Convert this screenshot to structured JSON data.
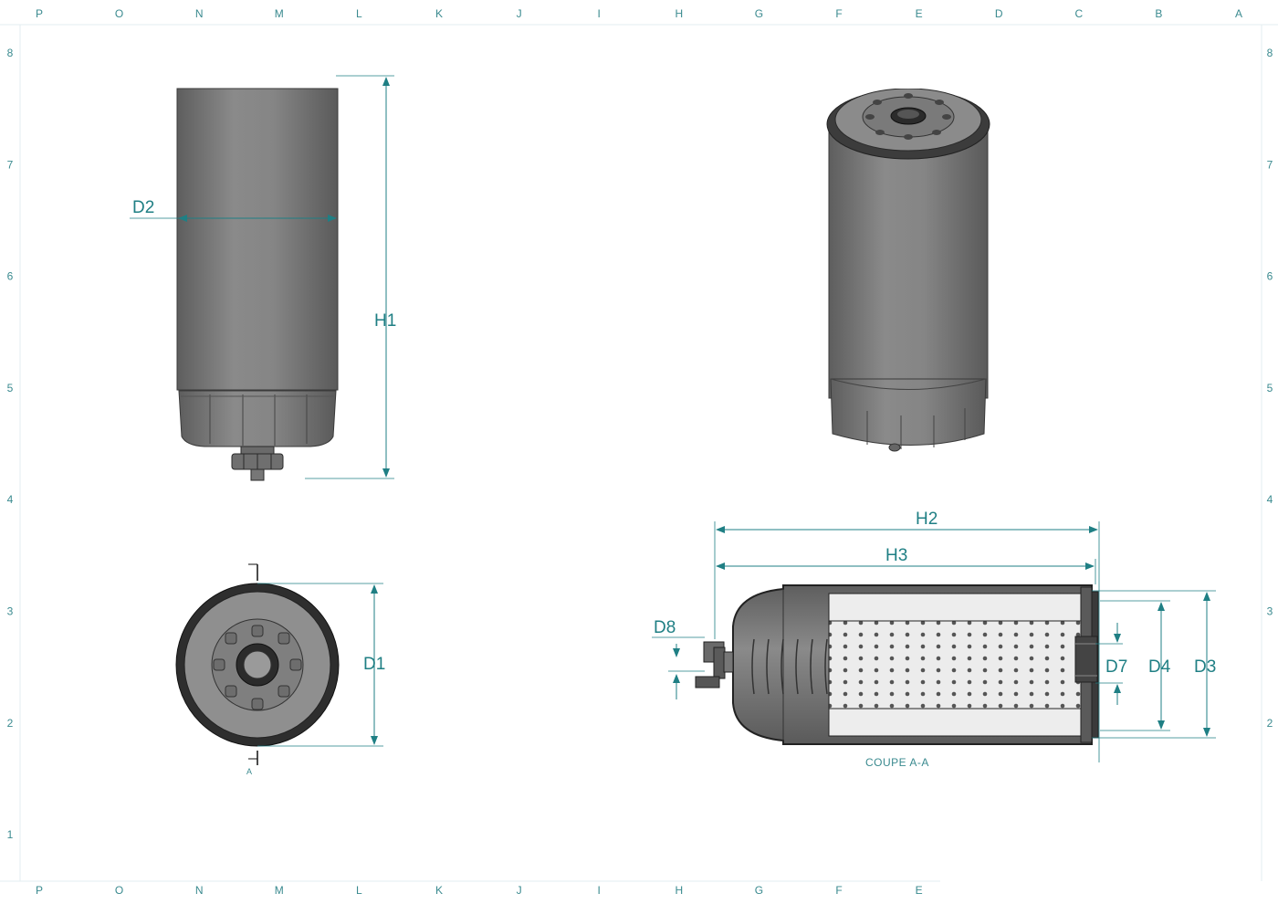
{
  "grid": {
    "top_columns": [
      "P",
      "O",
      "N",
      "M",
      "L",
      "K",
      "J",
      "I",
      "H",
      "G",
      "F",
      "E",
      "D",
      "C",
      "B",
      "A"
    ],
    "bottom_columns": [
      "P",
      "O",
      "N",
      "M",
      "L",
      "K",
      "J",
      "I",
      "H",
      "G",
      "F",
      "E"
    ],
    "rows": [
      "8",
      "7",
      "6",
      "5",
      "4",
      "3",
      "2",
      "1"
    ]
  },
  "dimensions": {
    "d1": "D1",
    "d2": "D2",
    "d3": "D3",
    "d4": "D4",
    "d7": "D7",
    "d8": "D8",
    "h1": "H1",
    "h2": "H2",
    "h3": "H3"
  },
  "section": {
    "marker": "A",
    "caption": "COUPE A-A"
  },
  "colors": {
    "dimension": "#1f7f84",
    "grid": "#3a8a8f",
    "body": "#7c7c7c",
    "dark": "#2a2a2a"
  }
}
